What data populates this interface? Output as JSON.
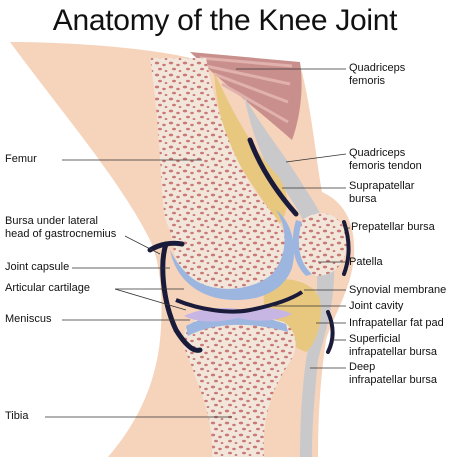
{
  "title": "Anatomy of the Knee Joint",
  "colors": {
    "skin": "#f6d3bb",
    "bone": "#f2e6da",
    "bone_speckle": "#c97a78",
    "muscle": "#c98f8c",
    "cartilage": "#9db6df",
    "fat_pad": "#e8c77f",
    "tendon": "#c9c9cc",
    "capsule_dark": "#1a1b3a",
    "meniscus": "#c7b6e4"
  },
  "labels_left": {
    "femur": "Femur",
    "bursa_gastrocnemius": "Bursa under lateral\nhead of gastrocnemius",
    "joint_capsule": "Joint capsule",
    "articular_cartilage": "Articular cartilage",
    "meniscus": "Meniscus",
    "tibia": "Tibia"
  },
  "labels_right": {
    "quadriceps_femoris": "Quadriceps\nfemoris",
    "quadriceps_tendon": "Quadriceps\nfemoris tendon",
    "suprapatellar_bursa": "Suprapatellar\nbursa",
    "prepatellar_bursa": "Prepatellar bursa",
    "patella": "Patella",
    "synovial_membrane": "Synovial membrane",
    "joint_cavity": "Joint cavity",
    "infrapatellar_fat_pad": "Infrapatellar fat pad",
    "superficial_infrapatellar_bursa": "Superficial\ninfrapatellar bursa",
    "deep_infrapatellar_bursa": "Deep\ninfrapatellar bursa"
  }
}
